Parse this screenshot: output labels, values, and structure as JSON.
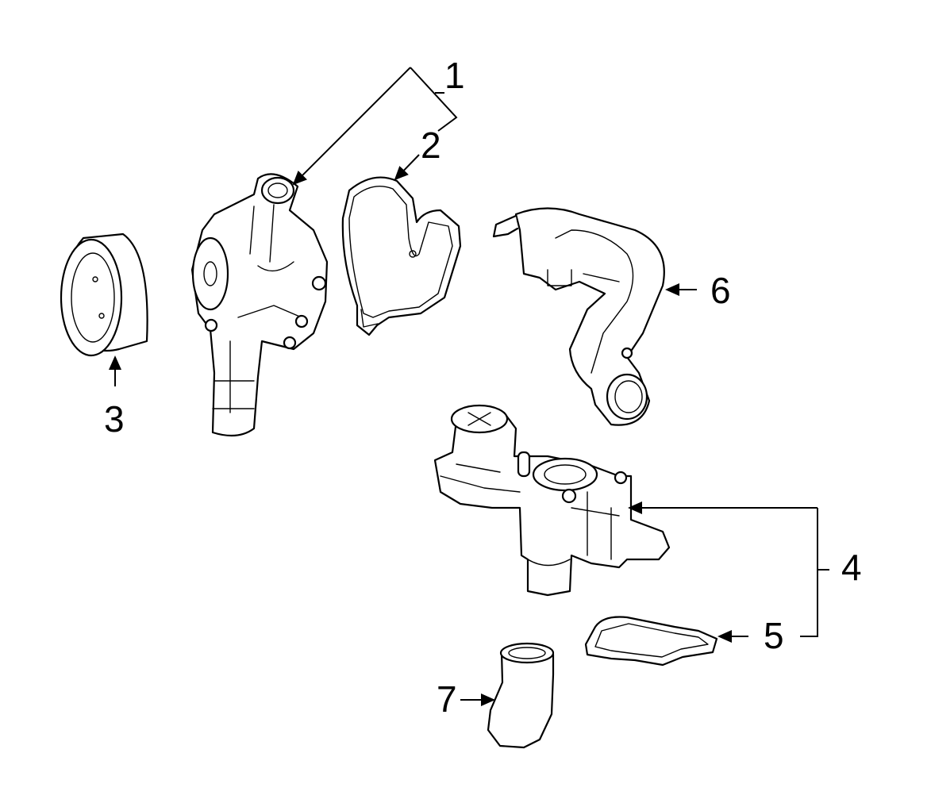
{
  "diagram": {
    "type": "parts-exploded-view",
    "callouts": [
      {
        "id": "1",
        "label": "1",
        "part": "water-pump"
      },
      {
        "id": "2",
        "label": "2",
        "part": "water-pump-gasket"
      },
      {
        "id": "3",
        "label": "3",
        "part": "pulley"
      },
      {
        "id": "4",
        "label": "4",
        "part": "thermostat-housing"
      },
      {
        "id": "5",
        "label": "5",
        "part": "housing-gasket"
      },
      {
        "id": "6",
        "label": "6",
        "part": "coolant-pipe"
      },
      {
        "id": "7",
        "label": "7",
        "part": "hose"
      }
    ]
  }
}
